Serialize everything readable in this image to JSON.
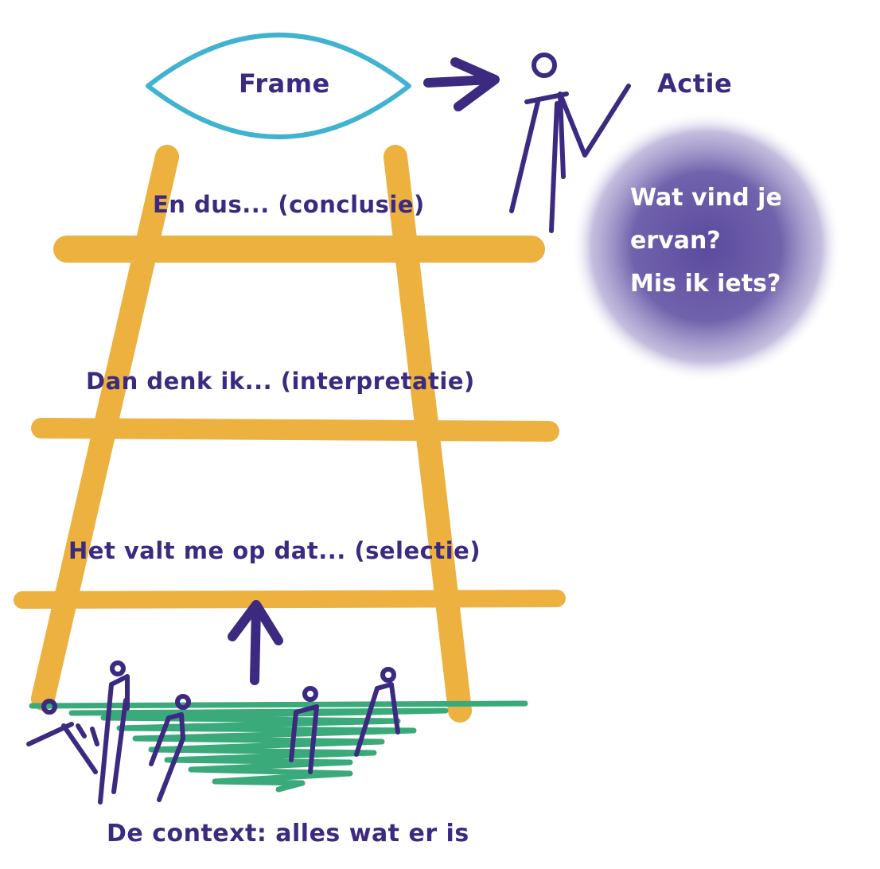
{
  "colors": {
    "ink": "#3b2a80",
    "ladder": "#ecb13f",
    "ground": "#3aaa7a",
    "eye": "#3fb3d0",
    "bubble": "#5b4a9e"
  },
  "top": {
    "frame_label": "Frame",
    "action_label": "Actie"
  },
  "bubble": {
    "line1": "Wat vind je",
    "line2": "ervan?",
    "line3": "Mis ik iets?"
  },
  "rungs": {
    "top": "En dus... (conclusie)",
    "middle": "Dan denk ik... (interpretatie)",
    "bottom": "Het valt me op dat... (selectie)"
  },
  "context_label": "De context: alles wat er is"
}
